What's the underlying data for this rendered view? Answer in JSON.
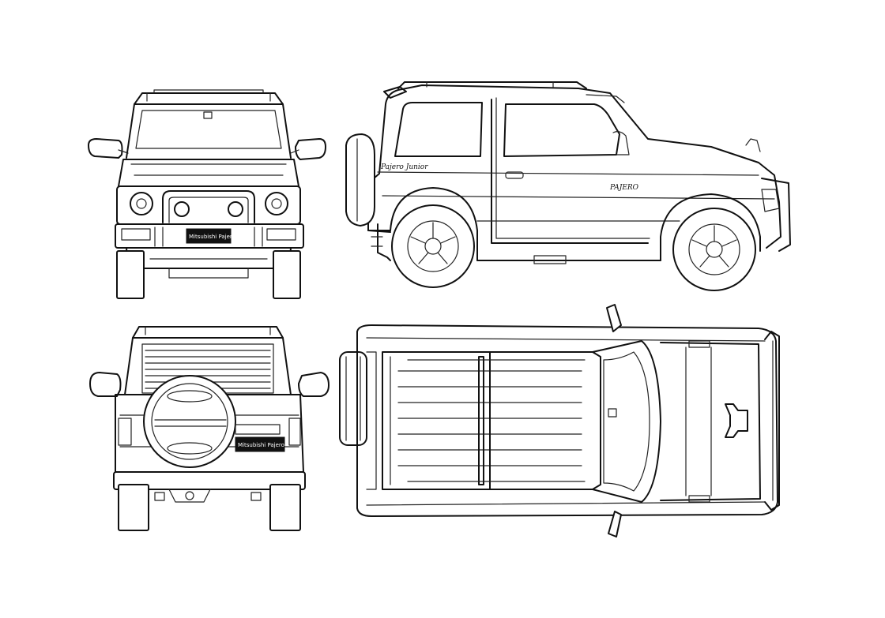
{
  "diagram": {
    "views": [
      "front-view",
      "side-view",
      "rear-view",
      "top-view"
    ],
    "line_color": "#111111",
    "background": "#ffffff",
    "labels": {
      "front_plate": "Mitsubishi Pajero",
      "rear_plate": "Mitsubishi Pajero",
      "side_badge": "PAJERO",
      "side_script": "Pajero Junior"
    }
  }
}
